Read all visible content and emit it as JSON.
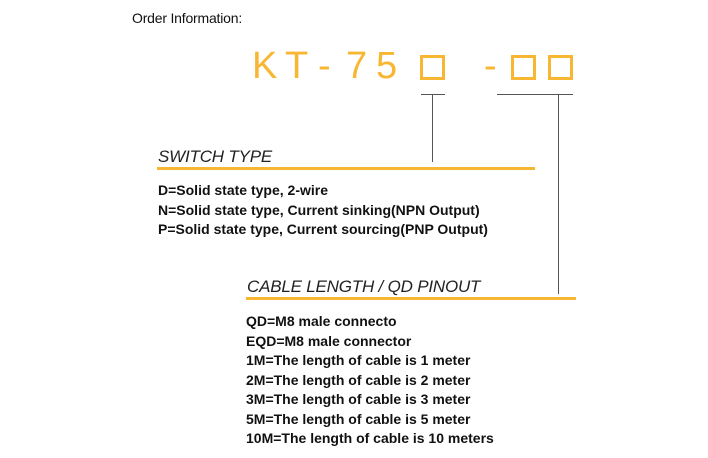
{
  "heading": {
    "label": "Order Information",
    "colon": ":"
  },
  "model": {
    "prefix_chars": [
      "K",
      "T",
      "-",
      "7",
      "5"
    ],
    "separator": "-",
    "code_box_colour": "#f7b733"
  },
  "switch_type": {
    "title": "SWITCH TYPE",
    "options": [
      "D=Solid state type, 2-wire",
      "N=Solid state type, Current sinking(NPN Output)",
      "P=Solid state type, Current sourcing(PNP Output)"
    ]
  },
  "cable_length": {
    "title": "CABLE LENGTH / QD PINOUT",
    "options": [
      "QD=M8 male connecto",
      "EQD=M8 male connector",
      "1M=The length of cable is 1 meter",
      "2M=The length of cable is 2 meter",
      "3M=The length of cable is 3 meter",
      "5M=The length of cable is 5 meter",
      "10M=The length of cable is 10 meters"
    ]
  },
  "colors": {
    "accent": "#f7b733",
    "text": "#111111",
    "line": "#555555"
  }
}
